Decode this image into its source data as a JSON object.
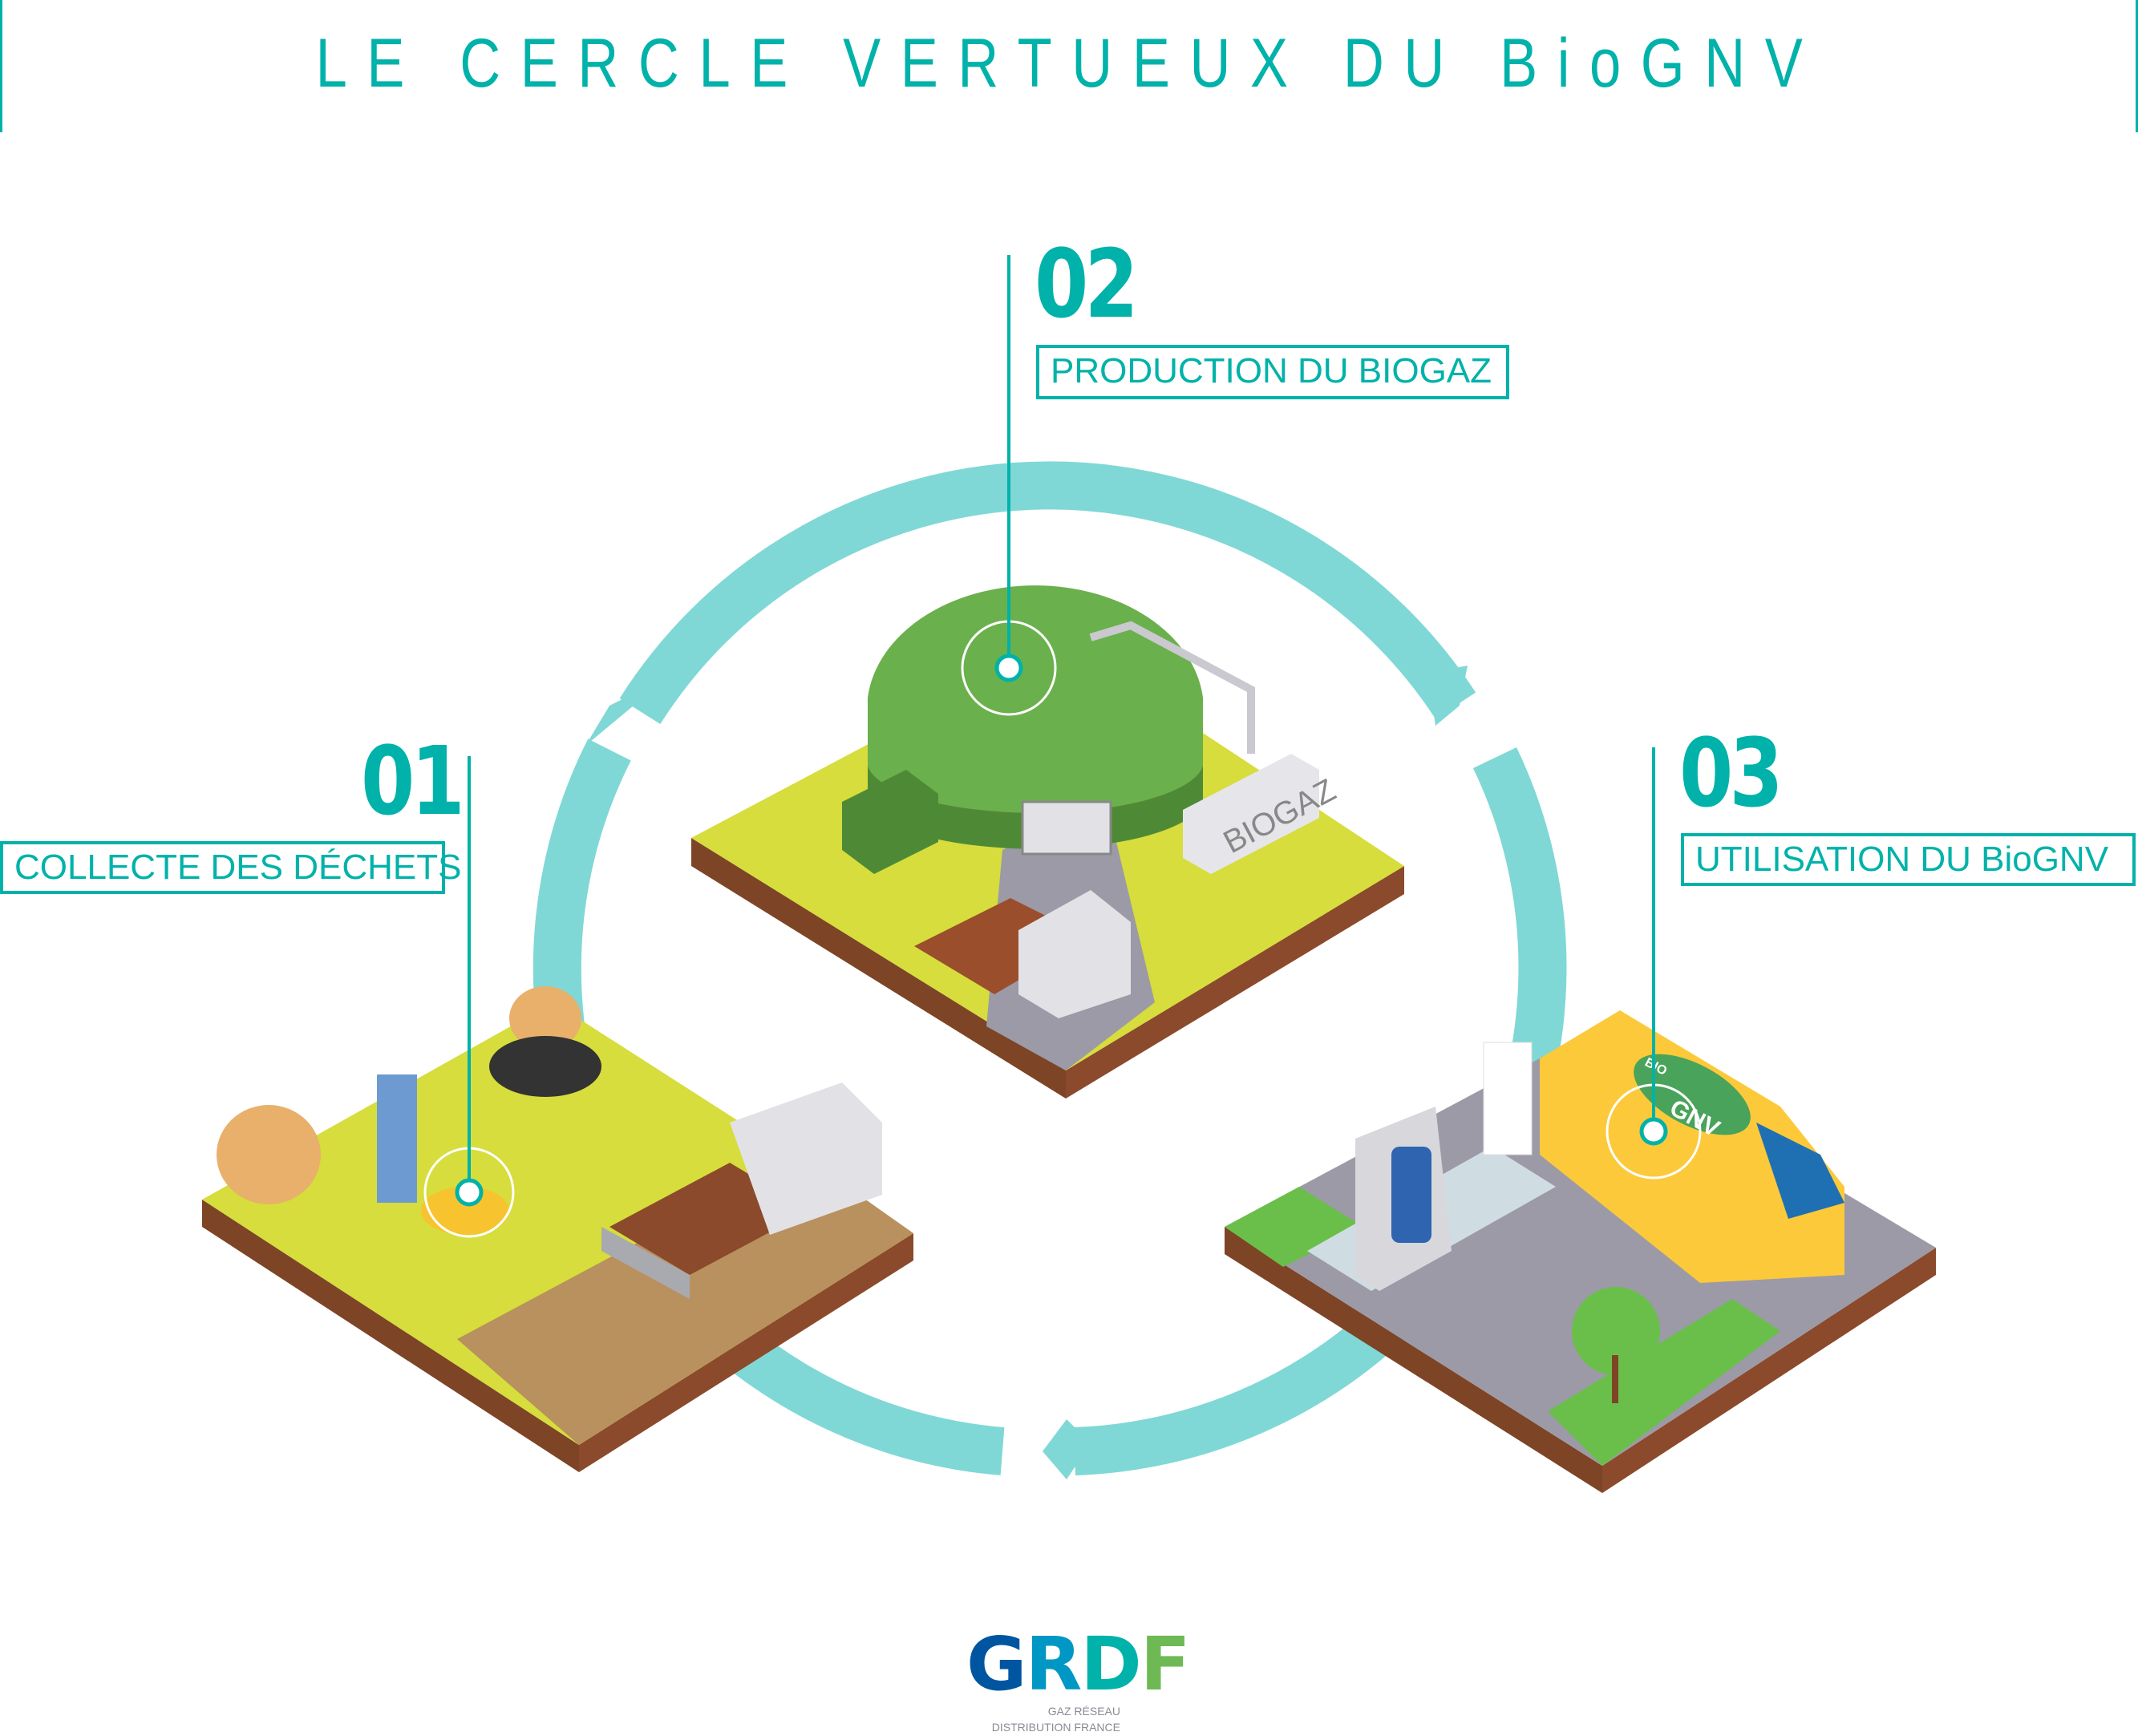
{
  "title": "LE CERCLE VERTUEUX DU BioGNV",
  "colors": {
    "accent": "#00b2a9",
    "ring": "#7fd8d6",
    "grass": "#d6dd3c",
    "soil": "#8b4a2b",
    "dome": "#6ab04c",
    "road": "#9c9aa6"
  },
  "steps": [
    {
      "number": "01",
      "label": "COLLECTE DES DÉCHETS"
    },
    {
      "number": "02",
      "label": "PRODUCTION DU BIOGAZ"
    },
    {
      "number": "03",
      "label": "UTILISATION DU BioGNV"
    }
  ],
  "illustration": {
    "biogaz_sign": "BIOGAZ",
    "van_badge_small": "BIO",
    "van_badge": "GNV"
  },
  "logo": {
    "mark_letters": [
      "G",
      "R",
      "D",
      "F"
    ],
    "line1": "GAZ RÉSEAU",
    "line2": "DISTRIBUTION FRANCE"
  }
}
